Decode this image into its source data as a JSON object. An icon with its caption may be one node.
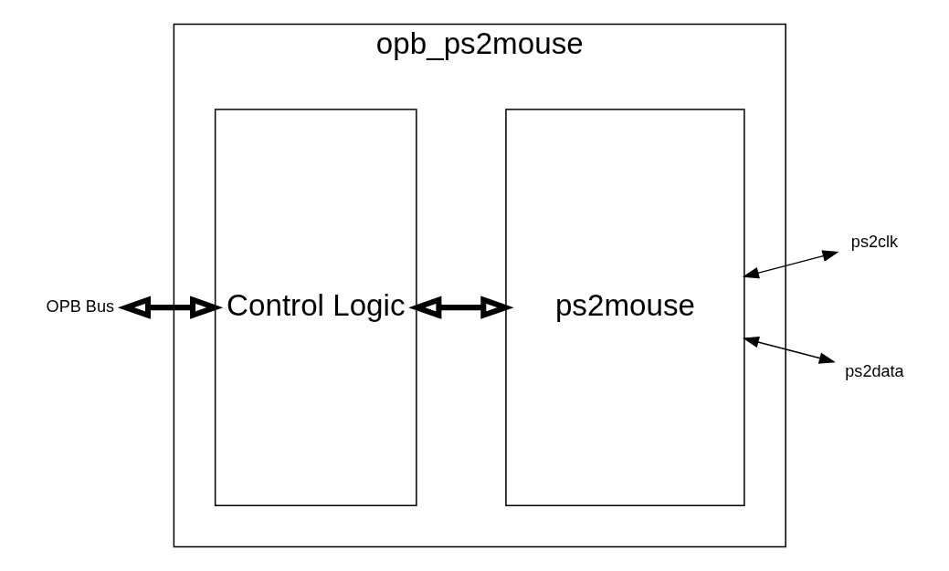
{
  "diagram": {
    "nodes": [
      {
        "text": [
          "opb_ps2mouse"
        ]
      },
      {
        "text": [
          "Control Logic"
        ],
        "in": 0
      },
      {
        "text": [
          "ps2mouse"
        ],
        "in": 0
      },
      {
        "text": [
          "OPB Bus"
        ]
      },
      {
        "text": [
          "ps2clk"
        ]
      },
      {
        "text": [
          "ps2data"
        ]
      }
    ],
    "edges": [
      {
        "from": 3,
        "to": 1,
        "arrow": "both",
        "style": "thick"
      },
      {
        "from": 1,
        "to": 2,
        "arrow": "both",
        "style": "thick"
      },
      {
        "from": 2,
        "to": 4,
        "arrow": "both"
      },
      {
        "from": 2,
        "to": 5,
        "arrow": "both"
      }
    ]
  }
}
